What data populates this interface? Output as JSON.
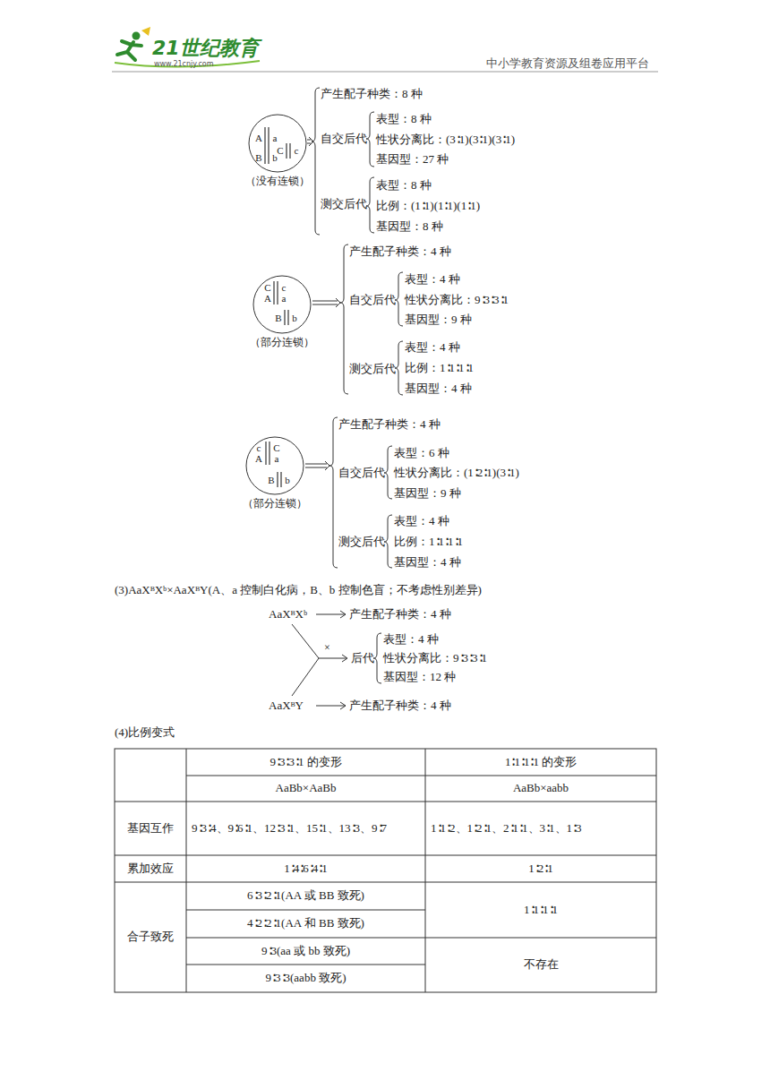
{
  "diagram": {
    "nodes": [
      {
        "text": [
          "A",
          "a",
          "C",
          "c",
          "B",
          "b",
          "（没有连锁）"
        ]
      },
      {
        "text": [
          "C",
          "c",
          "A",
          "a",
          "B",
          "b",
          "（部分连锁）"
        ]
      },
      {
        "text": [
          "c",
          "C",
          "A",
          "a",
          "B",
          "b",
          "（部分连锁）"
        ]
      }
    ],
    "labels": [
      "21世纪教育",
      "www.21cnjy.com",
      "中小学教育资源及组卷应用平台",
      "产生配子种类：8 种",
      "自交后代",
      "表型：8 种",
      "性状分离比：(3∶1)(3∶1)(3∶1)",
      "基因型：27 种",
      "测交后代",
      "表型：8 种",
      "比例：(1∶1)(1∶1)(1∶1)",
      "基因型：8 种",
      "产生配子种类：4 种",
      "自交后代",
      "表型：4 种",
      "性状分离比：9∶3∶3∶1",
      "基因型：9 种",
      "测交后代",
      "表型：4 种",
      "比例：1∶1∶1∶1",
      "基因型：4 种",
      "产生配子种类：4 种",
      "自交后代",
      "表型：6 种",
      "性状分离比：(1∶2∶1)(3∶1)",
      "基因型：9 种",
      "测交后代",
      "表型：4 种",
      "比例：1∶1∶1∶1",
      "基因型：4 种",
      "(3)AaXᴮXᵇ×AaXᴮY(A、a 控制白化病，B、b 控制色盲；不考虑性别差异)",
      "AaXᴮXᵇ",
      "产生配子种类：4 种",
      "×",
      "后代",
      "表型：4 种",
      "性状分离比：9∶3∶3∶1",
      "基因型：12 种",
      "AaXᴮY",
      "产生配子种类：4 种",
      "(4)比例变式",
      "9∶3∶3∶1 的变形",
      "1∶1∶1∶1 的变形",
      "AaBb×AaBb",
      "AaBb×aabb",
      "基因互作",
      "9∶3∶4、9∶6∶1、12∶3∶1、15∶1、13∶3、9∶7",
      "1∶1∶2、1∶2∶1、2∶1∶1、3∶1、1∶3",
      "累加效应",
      "1∶4∶6∶4∶1",
      "1∶2∶1",
      "合子致死",
      "6∶3∶2∶1(AA 或 BB 致死)",
      "4∶2∶2∶1(AA 和 BB 致死)",
      "1∶1∶1∶1",
      "9∶3(aa 或 bb 致死)",
      "9∶3∶3(aabb 致死)",
      "不存在"
    ]
  }
}
